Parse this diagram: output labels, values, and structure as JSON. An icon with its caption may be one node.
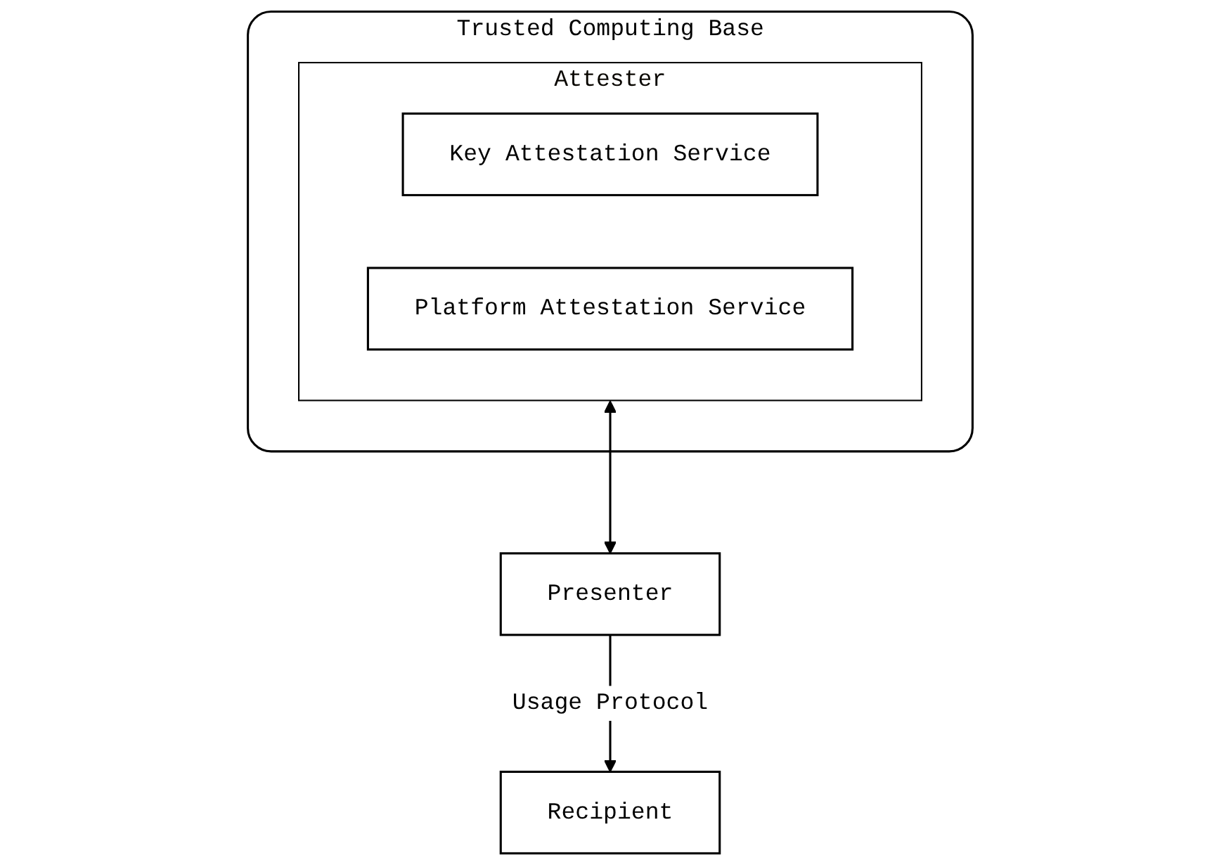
{
  "diagram": {
    "nodes": [
      {
        "text": [
          "Trusted Computing Base"
        ]
      },
      {
        "text": [
          "Attester"
        ],
        "in": 0
      },
      {
        "text": [
          "Key Attestation Service"
        ],
        "in": 1
      },
      {
        "text": [
          "Platform Attestation Service"
        ],
        "in": 1
      },
      {
        "text": [
          "Presenter"
        ]
      },
      {
        "text": [
          "Recipient"
        ]
      }
    ],
    "edges": [
      {
        "from": 1,
        "to": 4,
        "arrow": "both"
      },
      {
        "from": 4,
        "to": 5,
        "label": "Usage Protocol",
        "arrow": "to"
      }
    ]
  }
}
